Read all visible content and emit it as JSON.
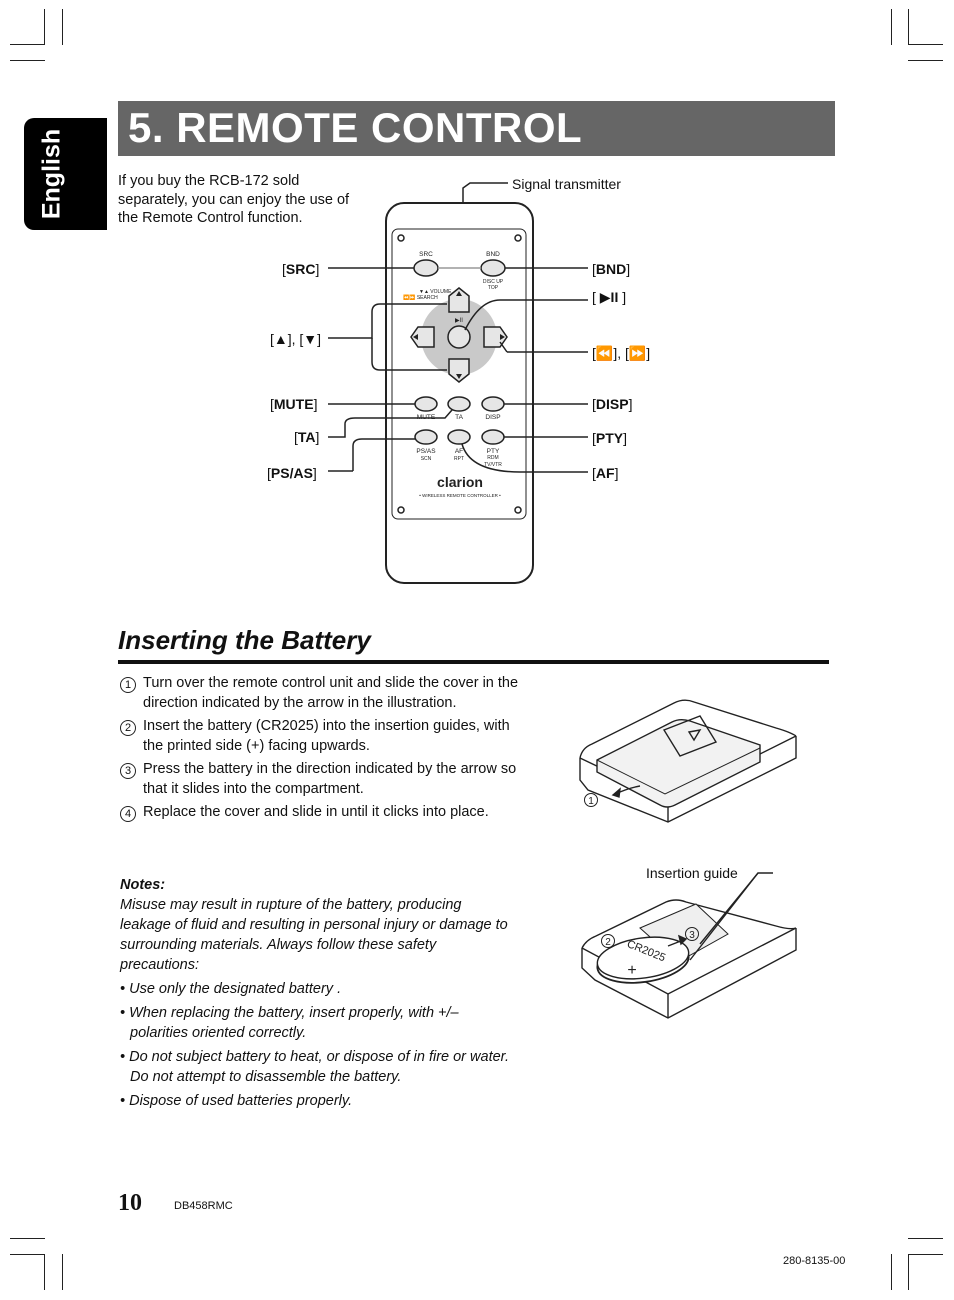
{
  "side_tab": {
    "label": "English"
  },
  "header": {
    "title": "5. REMOTE CONTROL"
  },
  "intro": "If you buy the RCB-172 sold separately, you can enjoy the use of the Remote Control function.",
  "remote": {
    "signal_label": "Signal transmitter",
    "callouts": {
      "src": "SRC",
      "bnd": "BND",
      "play_pause": "▶II",
      "up_down": "[▲], [▼]",
      "skip": "[⏪], [⏩]",
      "mute": "MUTE",
      "disp": "DISP",
      "ta": "TA",
      "pty": "PTY",
      "ps_as": "PS/AS",
      "af": "AF"
    },
    "button_text": {
      "src": "SRC",
      "bnd": "BND",
      "bnd_sub1": "DISC UP",
      "bnd_sub2": "TOP",
      "vol1": "▼▲ VOLUME",
      "vol2": "⏪⏩ SEARCH",
      "play": "▶II",
      "mute": "MUTE",
      "ta": "TA",
      "disp": "DISP",
      "psas": "PS/AS",
      "psas_sub": "SCN",
      "af": "AF",
      "af_sub": "RPT",
      "pty": "PTY",
      "pty_sub1": "RDM",
      "pty_sub2": "TV/VTR",
      "brand": "clarion",
      "caption": "• WIRELESS REMOTE CONTROLLER •"
    }
  },
  "battery": {
    "section_title": "Inserting the Battery",
    "steps": [
      {
        "num": "1",
        "text": "Turn over the remote control unit and slide the cover in the direction indicated by the arrow in the illustration."
      },
      {
        "num": "2",
        "text": "Insert the battery (CR2025) into the insertion guides, with the printed side (+) facing upwards."
      },
      {
        "num": "3",
        "text": "Press the battery in the direction indicated by the arrow so that it slides into the compartment."
      },
      {
        "num": "4",
        "text": "Replace the cover and slide in until it clicks into place."
      }
    ],
    "notes_title": "Notes:",
    "notes_intro": "Misuse may result in rupture of the battery, producing leakage of fluid and resulting in personal injury or damage to surrounding materials. Always follow these safety precautions:",
    "bullets": [
      "• Use only the designated battery .",
      "• When replacing the battery, insert properly, with +/– polarities oriented correctly.",
      "• Do not subject battery to heat, or dispose of in fire or water. Do not attempt to disassemble the battery.",
      "• Dispose of used batteries properly."
    ],
    "illus": {
      "step1_marker": "1",
      "insertion_guide": "Insertion guide",
      "step2_marker": "2",
      "step3_marker": "3",
      "battery_label": "CR2025",
      "plus": "+"
    }
  },
  "footer": {
    "page": "10",
    "model": "DB458RMC",
    "code": "280-8135-00"
  }
}
